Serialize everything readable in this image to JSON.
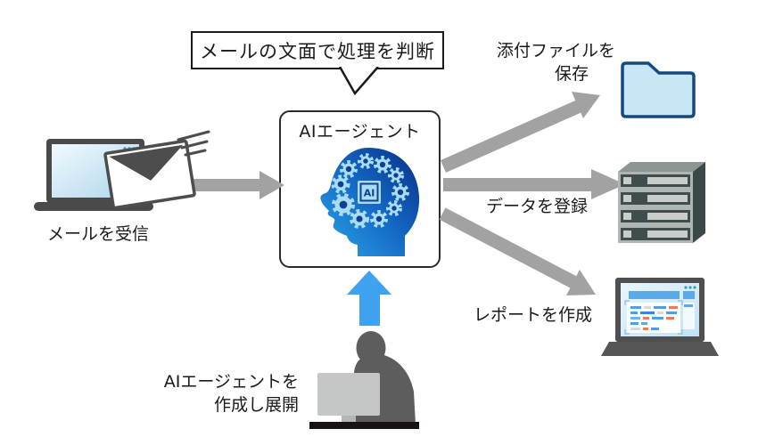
{
  "callout": {
    "text": "メールの文面で処理を判断"
  },
  "agent_box": {
    "title": "AIエージェント",
    "chip_label": "AI"
  },
  "labels": {
    "receive_mail": "メールを受信",
    "save_attachment_line1": "添付ファイルを",
    "save_attachment_line2": "保存",
    "register_data": "データを登録",
    "create_report": "レポートを作成",
    "deploy_line1": "AIエージェントを",
    "deploy_line2": "作成し展開"
  },
  "icons": {
    "input": "laptop-email-icon",
    "agent": "ai-head-gears-icon",
    "output_top": "folder-icon",
    "output_middle": "server-rack-icon",
    "output_bottom": "report-laptop-icon",
    "bottom": "person-at-computer-icon",
    "flow": "gray-arrow-icons",
    "deploy_flow": "blue-up-arrow-icon"
  },
  "colors": {
    "arrow_gray": "#a2a2a2",
    "arrow_blue": "#3fa2f0",
    "head_dark": "#092f85",
    "head_light": "#2ba7ea",
    "gear_blue": "#a8dcf5",
    "folder_fill": "#c9e6f7",
    "folder_border": "#15497e",
    "device_gray": "#4a4a4a",
    "screen_blue": "#cde7f6"
  }
}
